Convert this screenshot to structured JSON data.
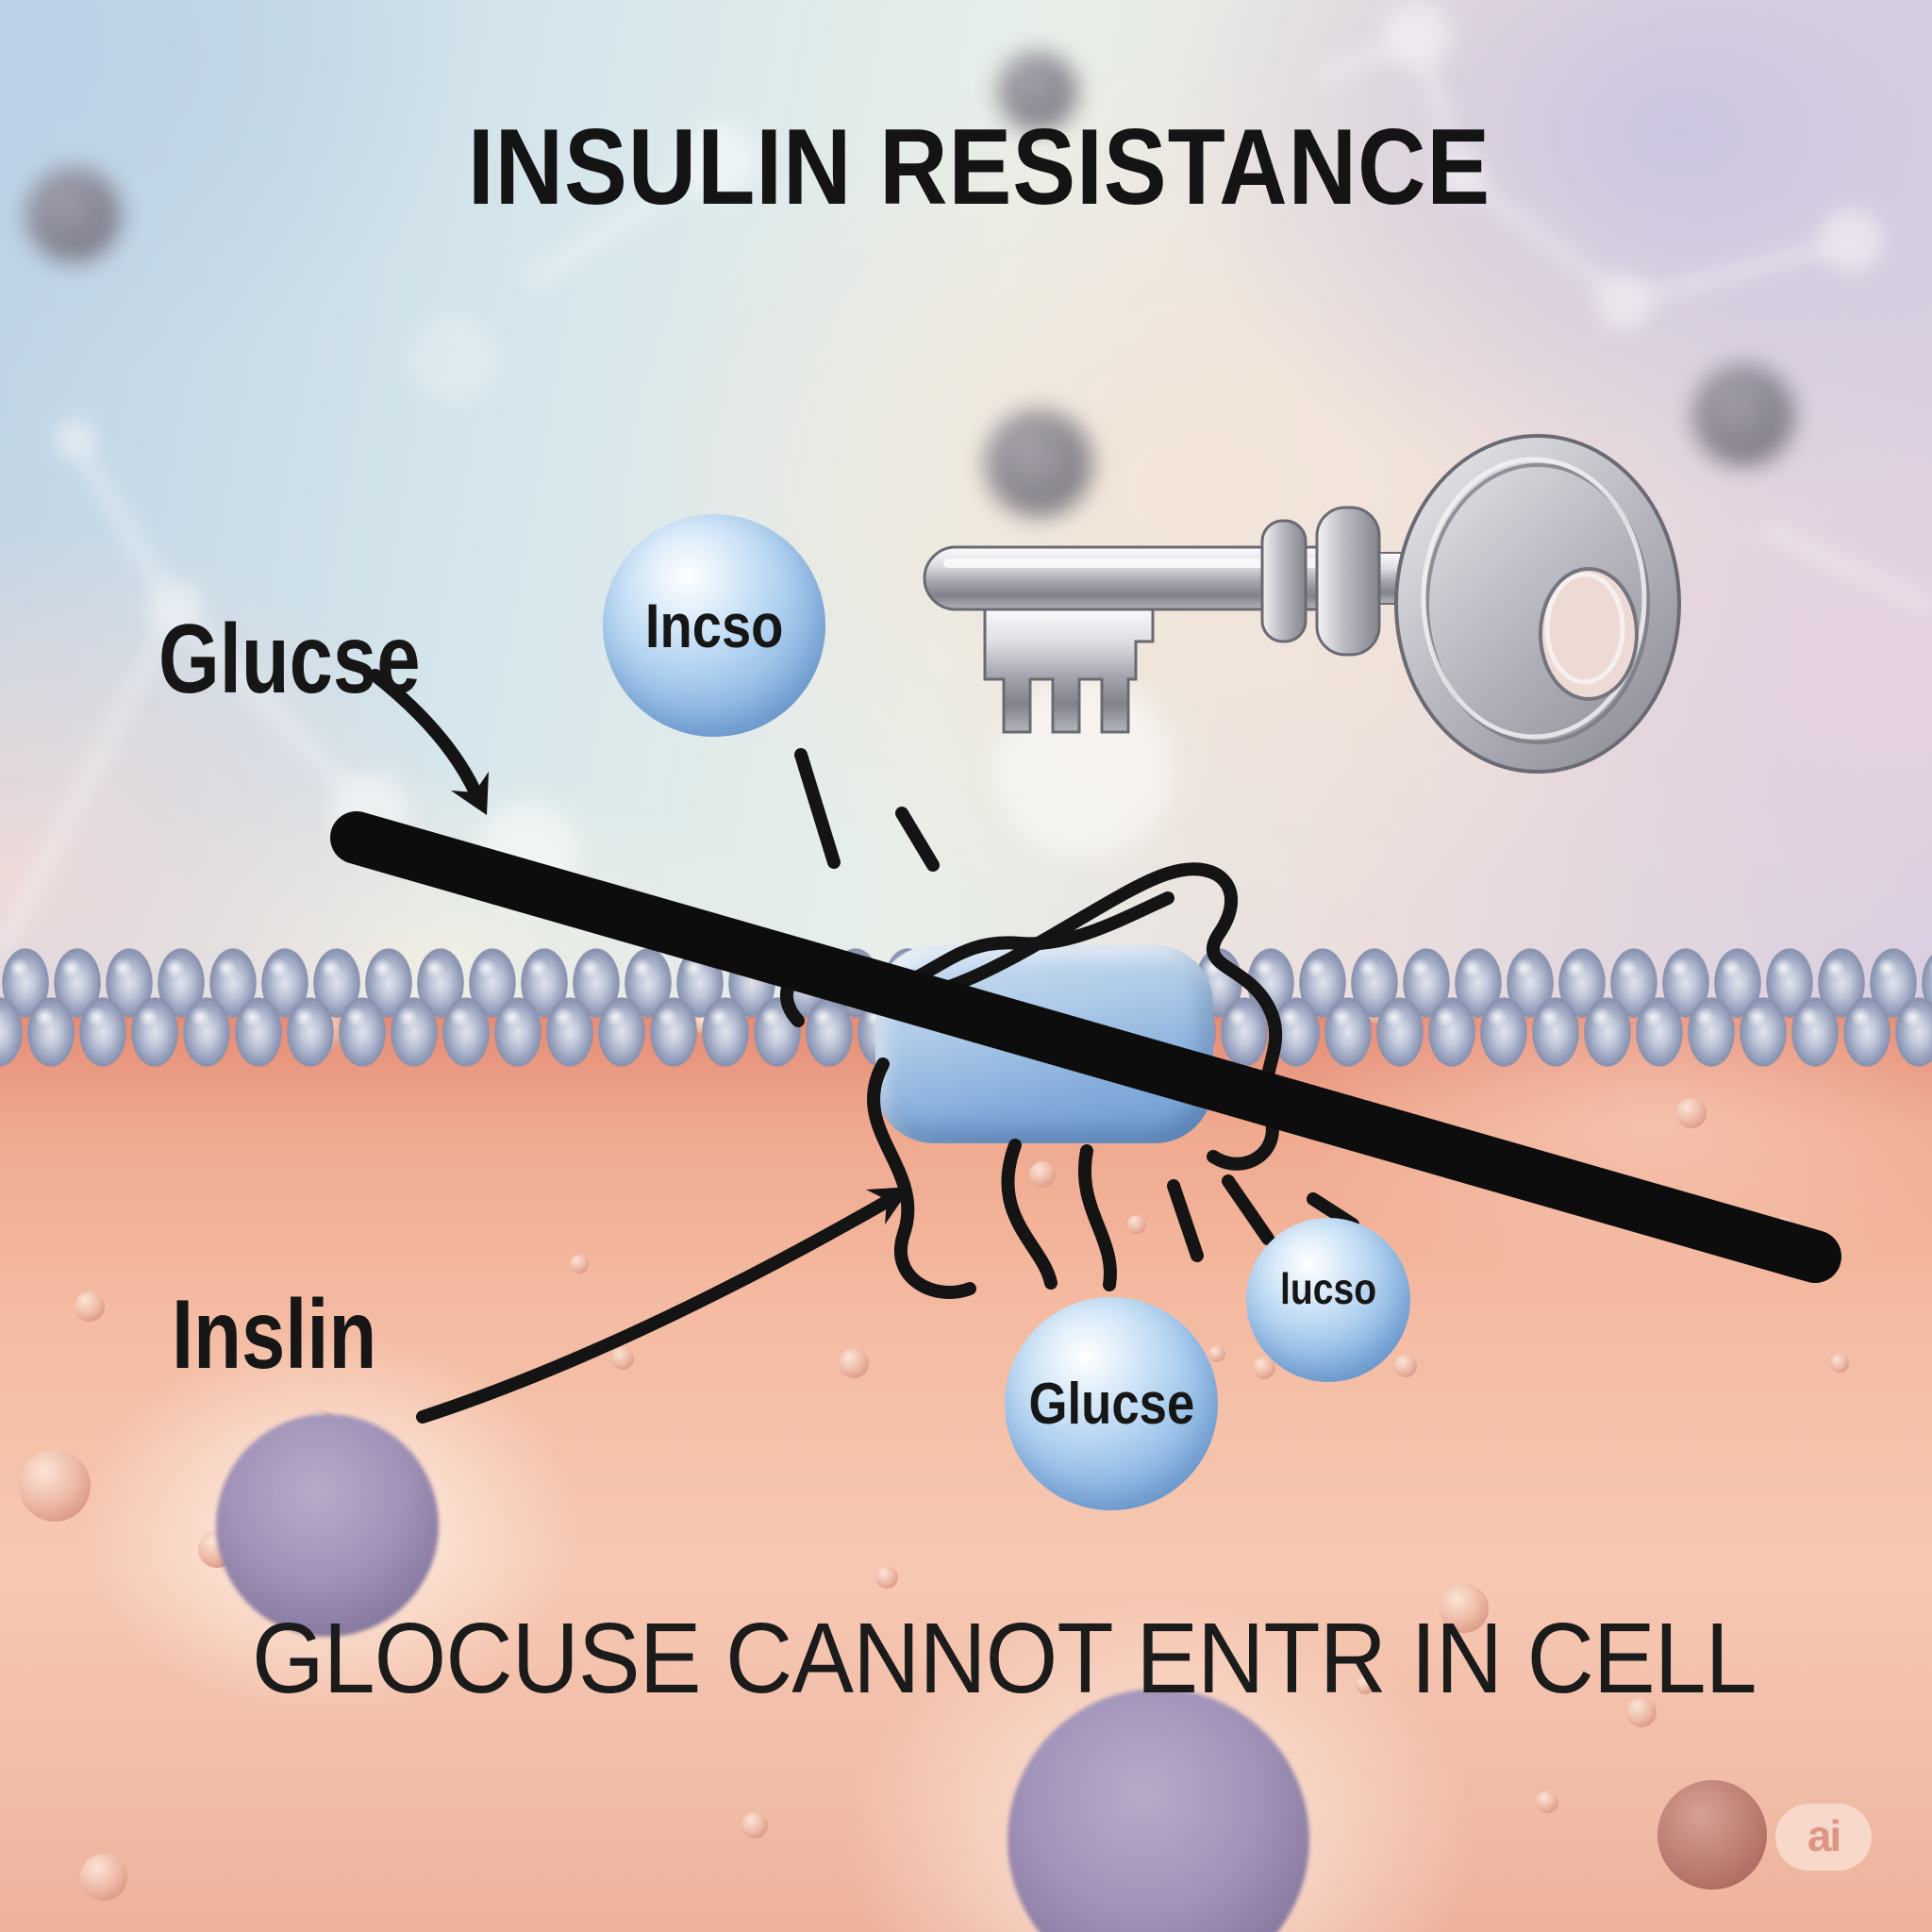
{
  "title": "INSULIN RESISTANCE",
  "caption": "GLOCUSE CANNOT ENTR IN CELL",
  "labels": {
    "glucose_top": "Glucse",
    "insulin": "Inslin"
  },
  "spheres": {
    "insulin_sphere_label": "Incso",
    "glucose_sphere_label": "Glucse",
    "glucose_small_sphere_label": "lucso"
  },
  "badge": {
    "label": "ai"
  },
  "icons": [
    "key-icon",
    "cell-membrane",
    "insulin-receptor",
    "prohibition-bar",
    "ai-watermark-badge"
  ],
  "colors": {
    "text": "#141414",
    "stroke_black": "#141414",
    "sphere_blue": "#84b0de",
    "receptor_blue": "#82abda",
    "membrane_gray": "#9ca6c1",
    "cell_pink": "#f4bba2",
    "cell_pink_deep": "#e58c76",
    "purple_cell": "#a294b9",
    "key_silver": "#c2c2ca",
    "badge_pink": "#dd9584",
    "bg_blue": "#bdd2e4",
    "bg_lavender": "#d8cee1"
  }
}
